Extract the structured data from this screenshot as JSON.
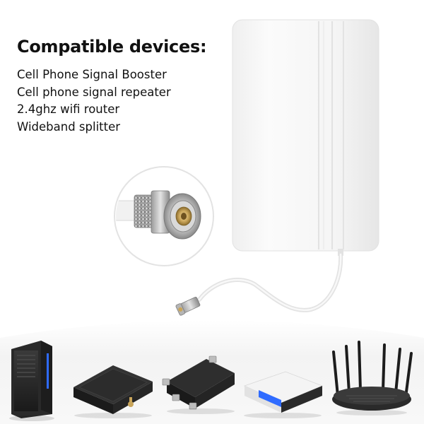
{
  "heading": "Compatible devices:",
  "devices": [
    "Cell Phone Signal Booster",
    "Cell phone signal repeater",
    "2.4ghz wifi router",
    "Wideband splitter"
  ],
  "colors": {
    "text": "#111111",
    "panel": "#f7f7f7",
    "cable": "#eeeeee",
    "metal": "#b9b9b9",
    "brass": "#c9a55a",
    "device_dark": "#2b2b2b",
    "led_blue": "#2f6bff"
  },
  "images": [
    {
      "name": "antenna-panel-icon"
    },
    {
      "name": "n-connector-closeup-icon"
    },
    {
      "name": "modem-icon"
    },
    {
      "name": "signal-booster-icon"
    },
    {
      "name": "splitter-icon"
    },
    {
      "name": "router-icon"
    },
    {
      "name": "wifi-router-icon"
    }
  ]
}
